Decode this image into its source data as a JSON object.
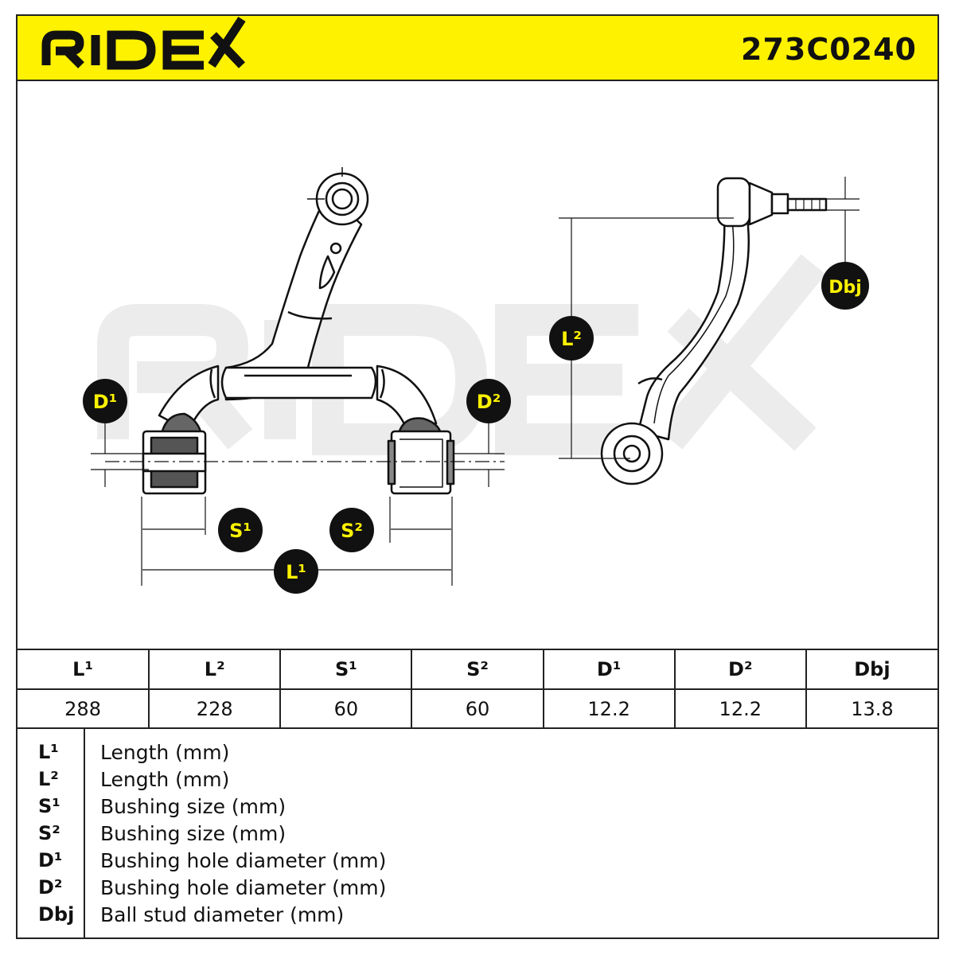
{
  "brand": {
    "logo_text": "RIDEX"
  },
  "part_number": "273C0240",
  "drawing_labels": {
    "D1": "D¹",
    "D2": "D²",
    "S1": "S¹",
    "S2": "S²",
    "L1": "L¹",
    "L2": "L²",
    "Dbj": "Dbj"
  },
  "specs": {
    "headers": [
      "L¹",
      "L²",
      "S¹",
      "S²",
      "D¹",
      "D²",
      "Dbj"
    ],
    "values": [
      "288",
      "228",
      "60",
      "60",
      "12.2",
      "12.2",
      "13.8"
    ]
  },
  "legend": [
    {
      "code": "L¹",
      "desc": "Length (mm)"
    },
    {
      "code": "L²",
      "desc": "Length (mm)"
    },
    {
      "code": "S¹",
      "desc": "Bushing size (mm)"
    },
    {
      "code": "S²",
      "desc": "Bushing size (mm)"
    },
    {
      "code": "D¹",
      "desc": "Bushing hole diameter (mm)"
    },
    {
      "code": "D²",
      "desc": "Bushing hole diameter (mm)"
    },
    {
      "code": "Dbj",
      "desc": "Ball stud diameter (mm)"
    }
  ],
  "colors": {
    "accent": "#fff200",
    "ink": "#111111",
    "watermark": "#ececec"
  }
}
